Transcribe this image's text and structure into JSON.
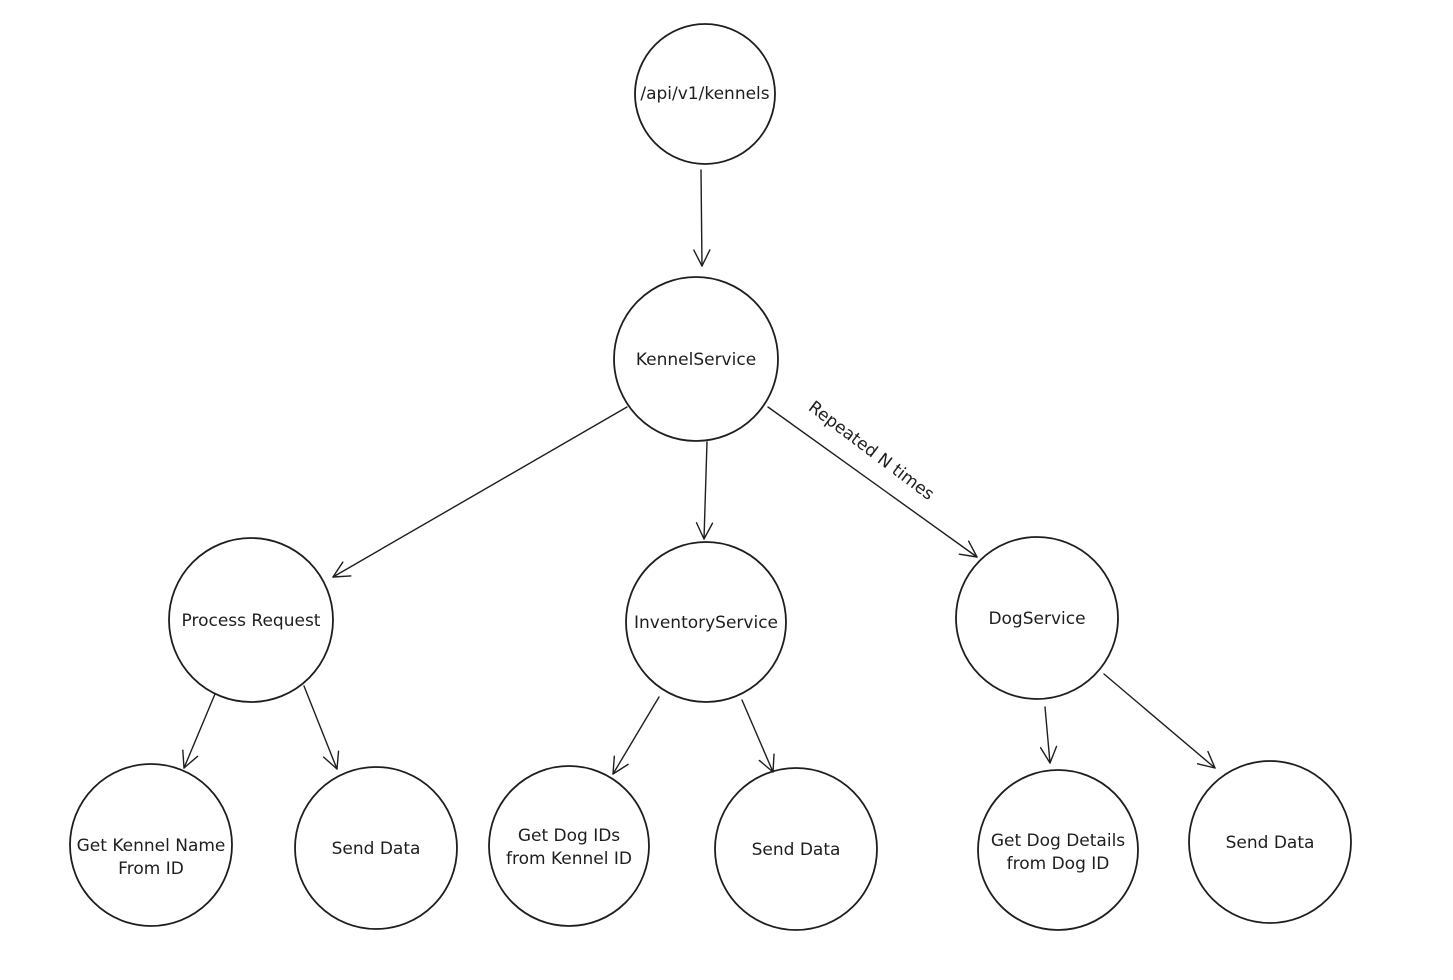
{
  "diagram": {
    "nodes": {
      "api": {
        "lines": [
          "/api/v1/kennels"
        ]
      },
      "kennel_service": {
        "lines": [
          "KennelService"
        ]
      },
      "process_request": {
        "lines": [
          "Process Request"
        ]
      },
      "inventory_service": {
        "lines": [
          "InventoryService"
        ]
      },
      "dog_service": {
        "lines": [
          "DogService"
        ]
      },
      "get_kennel_name": {
        "lines": [
          "Get Kennel Name",
          "From ID"
        ]
      },
      "send_data_1": {
        "lines": [
          "Send Data"
        ]
      },
      "get_dog_ids": {
        "lines": [
          "Get Dog IDs",
          "from Kennel ID"
        ]
      },
      "send_data_2": {
        "lines": [
          "Send Data"
        ]
      },
      "get_dog_details": {
        "lines": [
          "Get Dog Details",
          "from Dog ID"
        ]
      },
      "send_data_3": {
        "lines": [
          "Send Data"
        ]
      }
    },
    "edges": {
      "api_to_kennel": {
        "from": "api",
        "to": "kennel_service"
      },
      "kennel_to_process": {
        "from": "kennel_service",
        "to": "process_request"
      },
      "kennel_to_inventory": {
        "from": "kennel_service",
        "to": "inventory_service"
      },
      "kennel_to_dog": {
        "from": "kennel_service",
        "to": "dog_service",
        "label": "Repeated N times"
      },
      "process_to_name": {
        "from": "process_request",
        "to": "get_kennel_name"
      },
      "process_to_send": {
        "from": "process_request",
        "to": "send_data_1"
      },
      "inventory_to_ids": {
        "from": "inventory_service",
        "to": "get_dog_ids"
      },
      "inventory_to_send": {
        "from": "inventory_service",
        "to": "send_data_2"
      },
      "dog_to_details": {
        "from": "dog_service",
        "to": "get_dog_details"
      },
      "dog_to_send": {
        "from": "dog_service",
        "to": "send_data_3"
      }
    }
  }
}
